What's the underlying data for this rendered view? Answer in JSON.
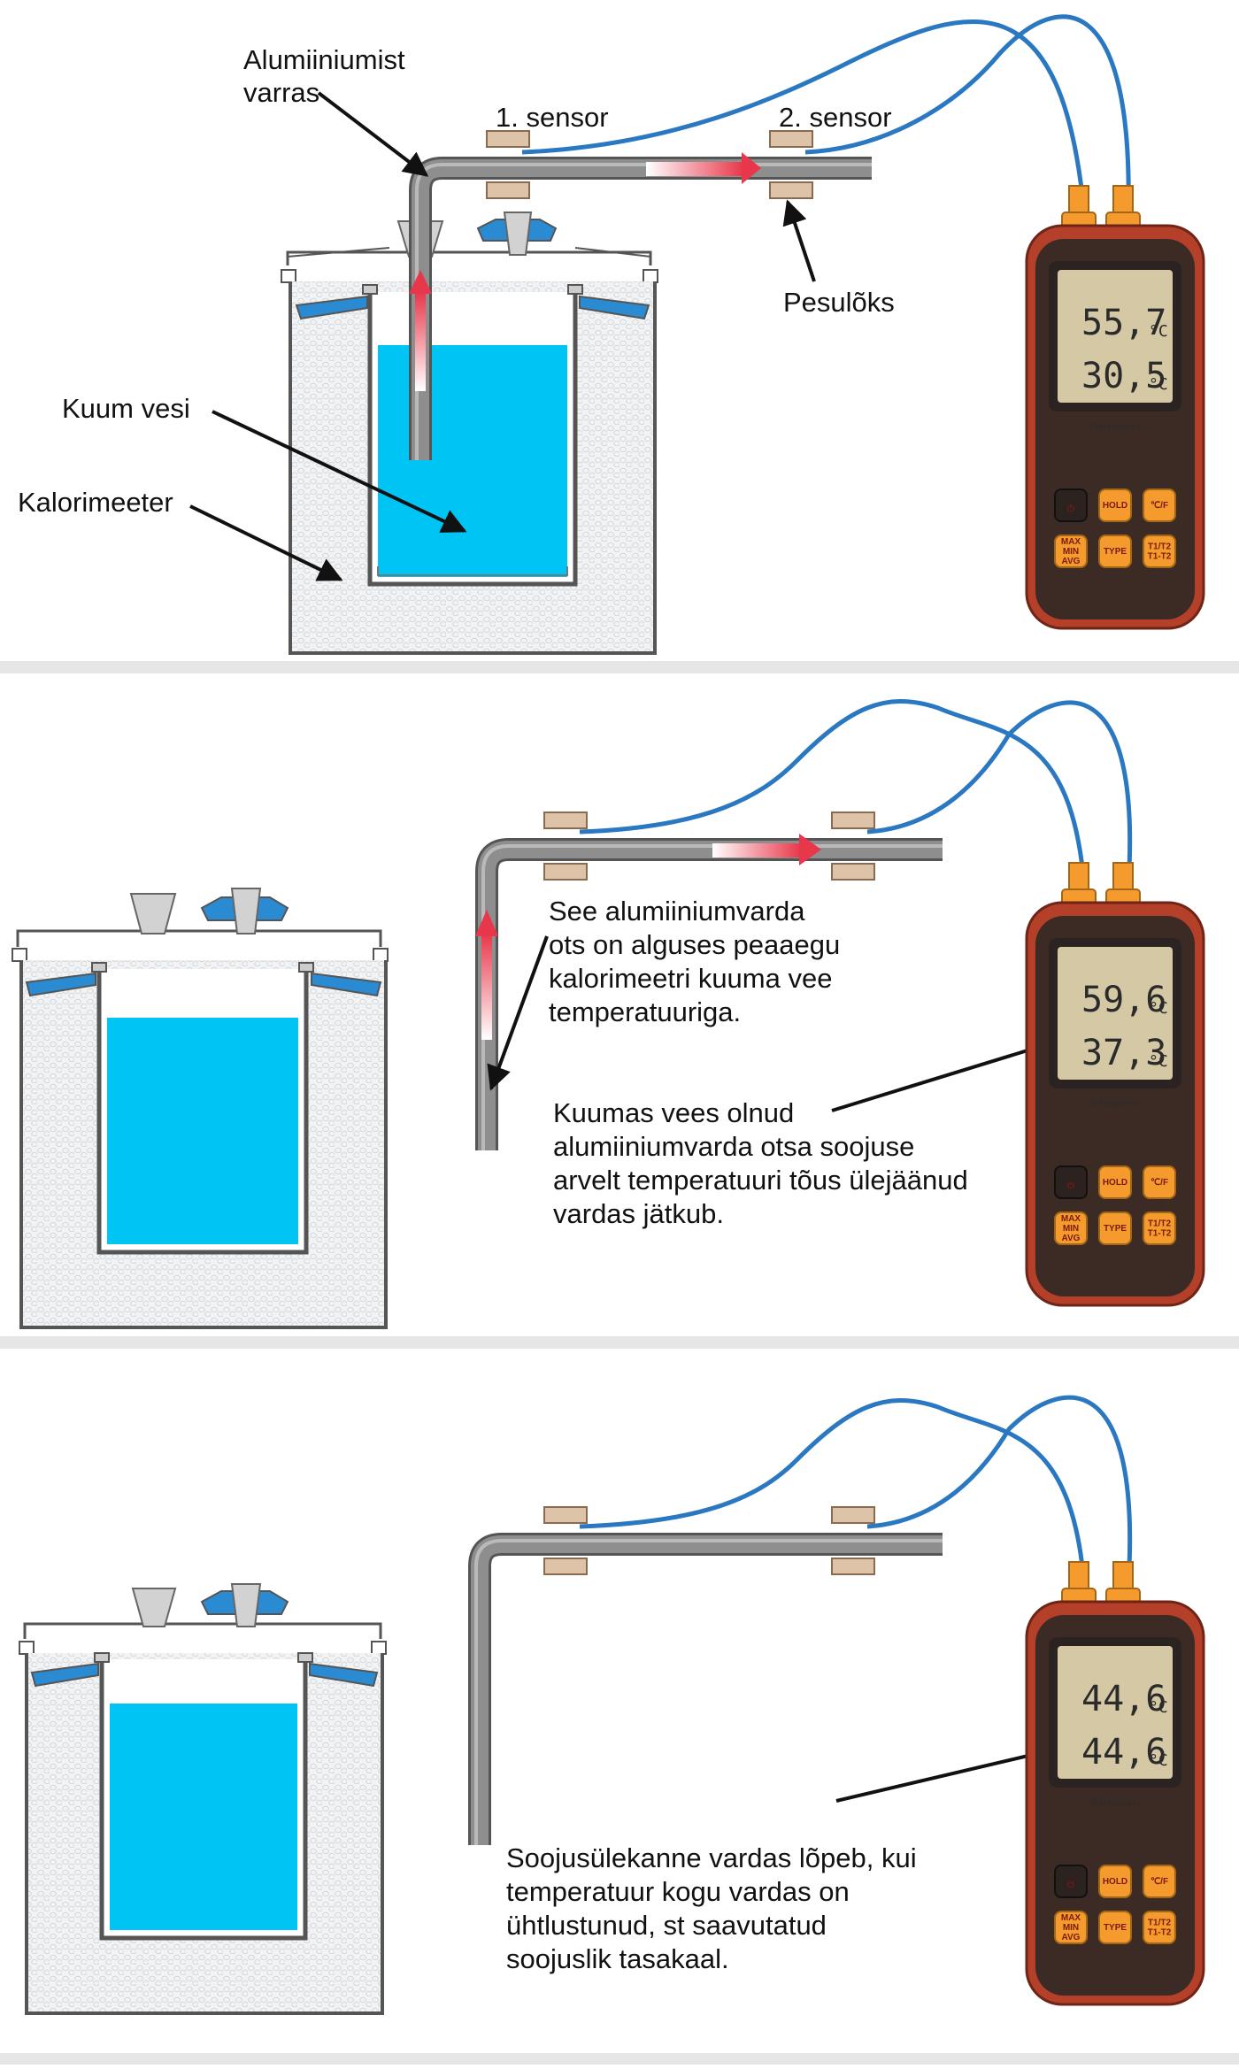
{
  "labels": {
    "rod": [
      "Alumiiniumist",
      "varras"
    ],
    "sensor1": "1. sensor",
    "sensor2": "2. sensor",
    "washer": "Pesulõks",
    "hot_water": "Kuum vesi",
    "calorimeter": "Kalorimeeter"
  },
  "annotations": {
    "panel2_end": [
      "See alumiiniumvarda",
      "ots on alguses peaaegu",
      "kalorimeetri kuuma vee",
      "temperatuuriga."
    ],
    "panel2_rest": [
      "Kuumas vees olnud",
      "alumiiniumvarda otsa soojuse",
      "arvelt temperatuuri tõus ülejäänud",
      "vardas jätkub."
    ],
    "panel3_end": [
      "Soojusülekanne vardas lõpeb, kui",
      "temperatuur kogu vardas on",
      "ühtlustunud, st saavutatud",
      "soojuslik tasakaal."
    ]
  },
  "thermometer": {
    "brand": "Thermometer",
    "unit": "°C",
    "buttons": {
      "hold": "HOLD",
      "unit_toggle": "℃/F",
      "maxminavg": [
        "MAX",
        "MIN",
        "AVG"
      ],
      "type": "TYPE",
      "t1t2": [
        "T1/T2",
        "T1-T2"
      ]
    }
  },
  "readings": [
    {
      "t1": "55,7",
      "t2": "30,5"
    },
    {
      "t1": "59,6",
      "t2": "37,3"
    },
    {
      "t1": "44,6",
      "t2": "44,6"
    }
  ],
  "colors": {
    "water": "#00c4f4",
    "cable": "#2a77c2",
    "rod": "#8a8a8a",
    "heat_arrow": "#e8374a",
    "washer": "#ddc3a8",
    "thermo_body": "#b4402a",
    "thermo_screen": "#d5c8a5",
    "button": "#f59b2e",
    "separator": "#e6e6e6"
  }
}
